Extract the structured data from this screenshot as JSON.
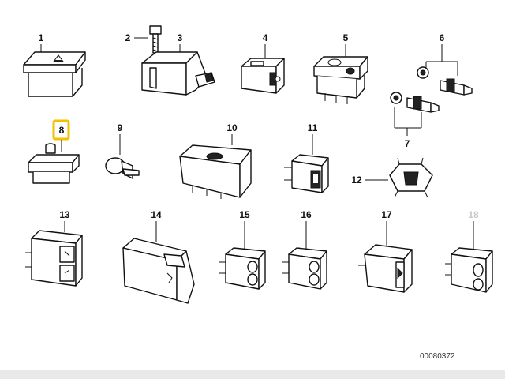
{
  "parts": [
    {
      "id": "part-1",
      "label": "1"
    },
    {
      "id": "part-2",
      "label": "2"
    },
    {
      "id": "part-3",
      "label": "3"
    },
    {
      "id": "part-4",
      "label": "4"
    },
    {
      "id": "part-5",
      "label": "5"
    },
    {
      "id": "part-6",
      "label": "6"
    },
    {
      "id": "part-7",
      "label": "7"
    },
    {
      "id": "part-8",
      "label": "8",
      "selected": true
    },
    {
      "id": "part-9",
      "label": "9"
    },
    {
      "id": "part-10",
      "label": "10"
    },
    {
      "id": "part-11",
      "label": "11"
    },
    {
      "id": "part-12",
      "label": "12"
    },
    {
      "id": "part-13",
      "label": "13"
    },
    {
      "id": "part-14",
      "label": "14"
    },
    {
      "id": "part-15",
      "label": "15"
    },
    {
      "id": "part-16",
      "label": "16"
    },
    {
      "id": "part-17",
      "label": "17"
    },
    {
      "id": "part-18",
      "label": "18",
      "dimmed": true
    }
  ],
  "diagram_code": "00080372",
  "colors": {
    "highlight": "#f2c200",
    "line": "#111111",
    "dimmed_label": "#c8c8c8",
    "footer": "#e9e9e9"
  }
}
